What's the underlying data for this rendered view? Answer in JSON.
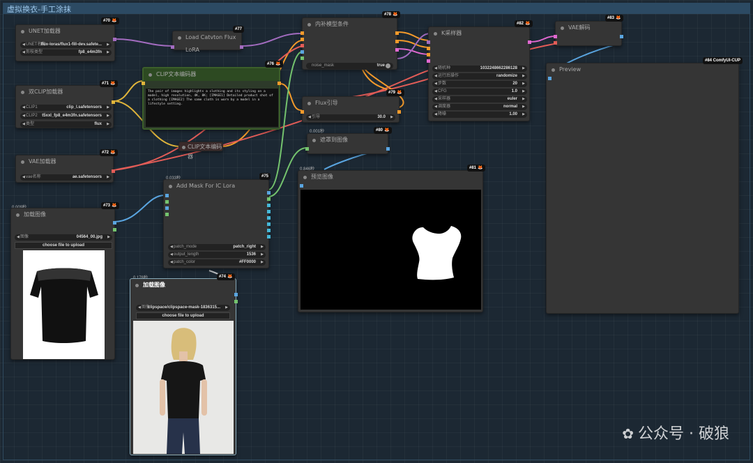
{
  "group": {
    "title": "虚拟换衣-手工涂抹"
  },
  "nodes": {
    "unet": {
      "badge": "#70",
      "title": "UNET加载器",
      "widgets": [
        {
          "label": "UNET名称",
          "value": "flux-loras/flux1-fill-dev.safete..."
        },
        {
          "label": "剪枝类型",
          "value": "fp8_e4m3fn"
        }
      ]
    },
    "lora": {
      "badge": "#77",
      "title": "Load Catvton Flux LoRA"
    },
    "clip_text1": {
      "badge": "#76",
      "title": "CLIP文本编码器",
      "text": "The pair of images highlights a clothing and its styling on a model, high resolution, 4K, 8K; [IMAGE1] Detailed product shot of a clothing [IMAGE2] The same cloth is worn by a model in a lifestyle setting."
    },
    "clip_text2": {
      "title": "CLIP文本编码器"
    },
    "dual_clip": {
      "badge": "#71",
      "title": "双CLIP加载器",
      "widgets": [
        {
          "label": "CLIP1",
          "value": "clip_l.safetensors"
        },
        {
          "label": "CLIP2",
          "value": "t5xxl_fp8_e4m3fn.safetensors"
        },
        {
          "label": "类型",
          "value": "flux"
        }
      ]
    },
    "vae_loader": {
      "badge": "#72",
      "title": "VAE加载器",
      "widgets": [
        {
          "label": "vae名称",
          "value": "ae.safetensors"
        }
      ]
    },
    "inpaint": {
      "badge": "#78",
      "title": "内补模型条件",
      "noise_mask_label": "noise_mask",
      "noise_mask_value": "true"
    },
    "flux_guide": {
      "badge": "#79",
      "title": "Flux引导",
      "widgets": [
        {
          "label": "引导",
          "value": "30.0"
        }
      ]
    },
    "mask_to_image": {
      "badge": "#80",
      "timing": "0.001秒",
      "title": "遮罩到图像"
    },
    "ksampler": {
      "badge": "#82",
      "title": "K采样器",
      "widgets": [
        {
          "label": "随机种",
          "value": "1032248662286128"
        },
        {
          "label": "运行后操作",
          "value": "randomize"
        },
        {
          "label": "步数",
          "value": "20"
        },
        {
          "label": "CFG",
          "value": "1.0"
        },
        {
          "label": "采样器",
          "value": "euler"
        },
        {
          "label": "调度器",
          "value": "normal"
        },
        {
          "label": "降噪",
          "value": "1.00"
        }
      ]
    },
    "vae_decode": {
      "badge": "#83",
      "title": "VAE解码"
    },
    "preview_big": {
      "badge": "#84 ComfyUI-CUP",
      "title": "Preview"
    },
    "preview_image": {
      "badge": "#81",
      "timing": "0.846秒",
      "title": "预览图像"
    },
    "add_mask": {
      "badge": "#75",
      "timing": "0.033秒",
      "title": "Add Mask For IC Lora",
      "widgets": [
        {
          "label": "patch_mode",
          "value": "patch_right"
        },
        {
          "label": "output_length",
          "value": "1536"
        },
        {
          "label": "patch_color",
          "value": "#FF0000"
        }
      ]
    },
    "load_img1": {
      "badge": "#73",
      "timing": "0.009秒",
      "title": "加载图像",
      "widgets": [
        {
          "label": "图像",
          "value": "04564_00.jpg"
        }
      ],
      "button": "choose file to upload"
    },
    "load_img2": {
      "badge": "#74",
      "timing": "0.178秒",
      "title": "加载图像",
      "widgets": [
        {
          "label": "图像",
          "value": "clipspace/clipspace-mask-1836315..."
        }
      ],
      "button": "choose file to upload"
    }
  },
  "colors": {
    "clip": "#e0b53b",
    "conditioning": "#f39a2b",
    "vae": "#e25c57",
    "image": "#5aa5e0",
    "mask": "#74c36e",
    "model": "#a36cc0",
    "latent": "#e068d0"
  },
  "watermark": "公众号 · 破狼"
}
